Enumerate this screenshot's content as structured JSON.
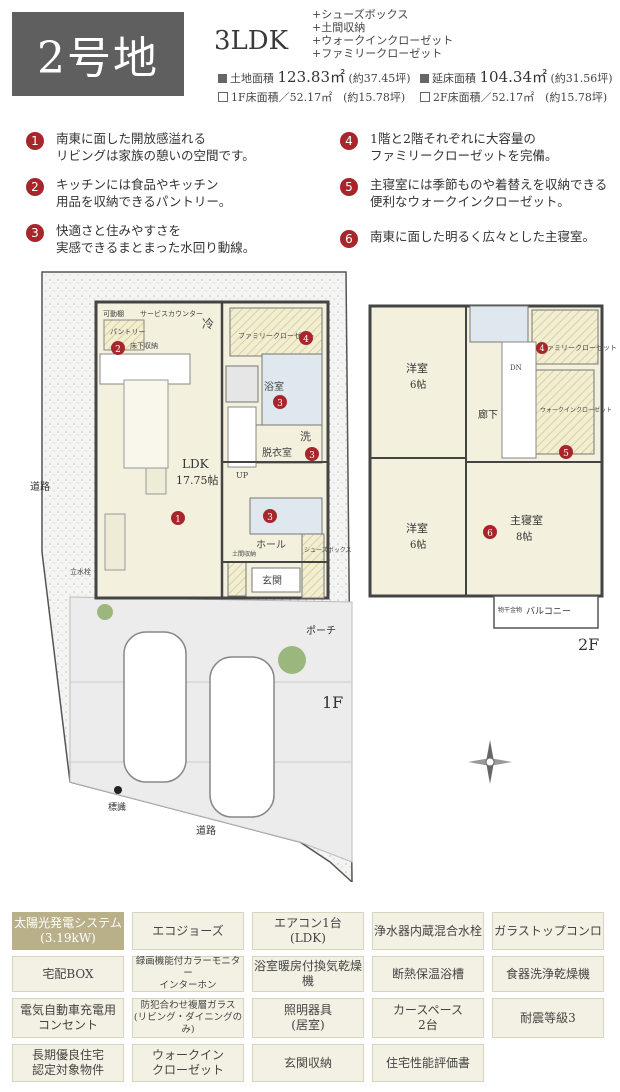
{
  "header": {
    "lot": "2号地",
    "plan": "3LDK",
    "options": [
      "+シューズボックス",
      "+土間収納",
      "+ウォークインクローゼット",
      "+ファミリークローゼット"
    ]
  },
  "areas": {
    "land_label": "土地面積",
    "land_value": "123.83㎡",
    "land_tsubo": "(約37.45坪)",
    "floor_label": "延床面積",
    "floor_value": "104.34㎡",
    "floor_tsubo": "(約31.56坪)",
    "f1_text": "1F床面積／52.17㎡　(約15.78坪)",
    "f2_text": "2F床面積／52.17㎡　(約15.78坪)"
  },
  "features": [
    {
      "num": "1",
      "line1": "南東に面した開放感溢れる",
      "line2": "リビングは家族の憩いの空間です。"
    },
    {
      "num": "2",
      "line1": "キッチンには食品やキッチン",
      "line2": "用品を収納できるパントリー。"
    },
    {
      "num": "3",
      "line1": "快適さと住みやすさを",
      "line2": "実感できるまとまった水回り動線。"
    },
    {
      "num": "4",
      "line1": "1階と2階それぞれに大容量の",
      "line2": "ファミリークローゼットを完備。"
    },
    {
      "num": "5",
      "line1": "主寝室には季節ものや着替えを収納できる",
      "line2": "便利なウォークインクローゼット。"
    },
    {
      "num": "6",
      "line1": "南東に面した明るく広々とした主寝室。",
      "line2": ""
    }
  ],
  "plan_labels": {
    "kadoudana": "可動棚",
    "service_counter": "サービスカウンター",
    "fridge": "冷",
    "pantry": "パントリー",
    "underfloor": "床下収納",
    "family_closet": "ファミリークローゼット",
    "bath": "浴室",
    "wash": "洗",
    "dressing": "脱衣室",
    "ldk": "LDK",
    "ldk_size": "17.75帖",
    "up": "UP",
    "hall": "ホール",
    "doma": "土間収納",
    "entrance": "玄関",
    "shoe": "シューズボックス",
    "porch": "ポーチ",
    "road": "道路",
    "meter": "立水栓",
    "marker": "標識",
    "floor1": "1F",
    "floor2": "2F",
    "room1": "洋室",
    "room1_size": "6帖",
    "room2": "洋室",
    "room2_size": "6帖",
    "corridor": "廊下",
    "master": "主寝室",
    "master_size": "8帖",
    "walkin": "ウォークインクローゼット",
    "dn": "DN",
    "balcony": "バルコニー",
    "dryer": "物干金物"
  },
  "equipment": [
    "太陽光発電システム\n(3.19kW)",
    "エコジョーズ",
    "エアコン1台\n(LDK)",
    "浄水器内蔵混合水栓",
    "ガラストップコンロ",
    "宅配BOX",
    "録画機能付カラーモニター\nインターホン",
    "浴室暖房付換気乾燥機",
    "断熱保温浴槽",
    "食器洗浄乾燥機",
    "電気自動車充電用\nコンセント",
    "防犯合わせ複層ガラス\n(リビング・ダイニングのみ)",
    "照明器具\n(居室)",
    "カースペース\n2台",
    "耐震等級3",
    "長期優良住宅\n認定対象物件",
    "ウォークイン\nクローゼット",
    "玄関収納",
    "住宅性能評価書"
  ]
}
